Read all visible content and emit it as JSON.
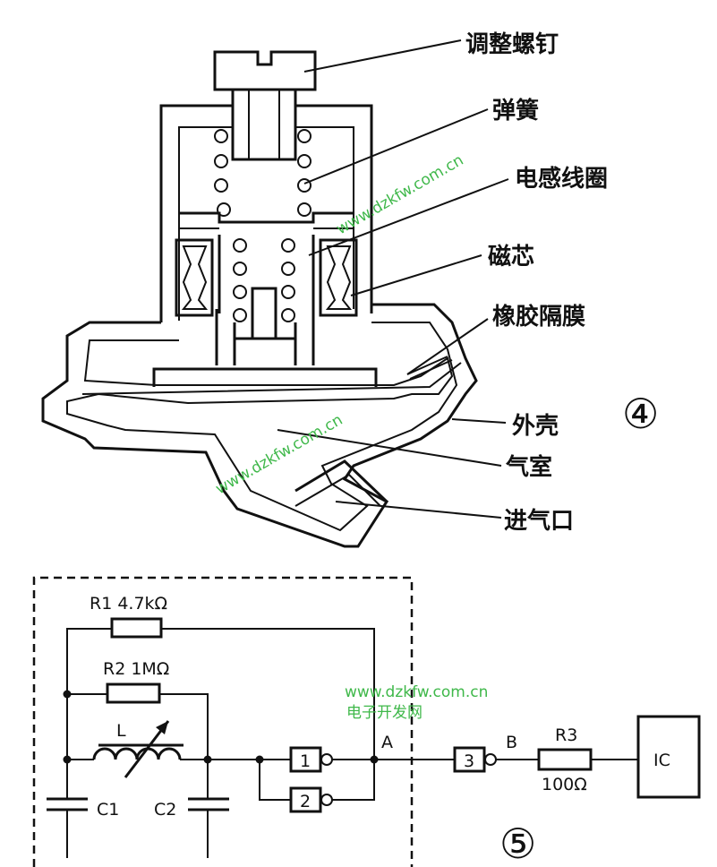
{
  "figure4": {
    "number": "④",
    "labels": {
      "screw": "调整螺钉",
      "spring": "弹簧",
      "coil": "电感线圈",
      "core": "磁芯",
      "diaphragm": "橡胶隔膜",
      "shell": "外壳",
      "chamber": "气室",
      "inlet": "进气口"
    },
    "watermarks": [
      "www.dzkfw.com.cn",
      "www.dzkfw.com.cn"
    ]
  },
  "figure5": {
    "number": "⑤",
    "r1": "R1  4.7kΩ",
    "r2": "R2  1MΩ",
    "inductor": "L",
    "c1": "C1",
    "c2": "C2",
    "gate1": "1",
    "gate2": "2",
    "gate3": "3",
    "node_a": "A",
    "node_b": "B",
    "r3_name": "R3",
    "r3_value": "100Ω",
    "ic": "IC",
    "watermark_url": "www.dzkfw.com.cn",
    "watermark_name": "电子开发网"
  }
}
